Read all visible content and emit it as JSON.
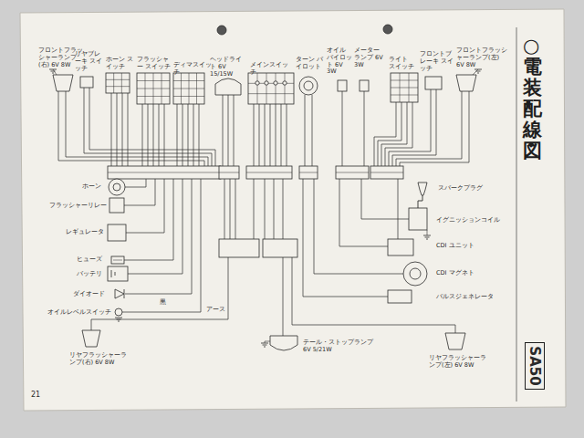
{
  "diagram": {
    "title": "○電装配線図",
    "labels": [
      "フロントフラッシャーランプ(右) 6V 8W",
      "リヤブレーキ スイッチ",
      "ホーン スイッチ",
      "フラッシャー スイッチ",
      "ディマスイッチ",
      "ヘッドライト 6V 15/15W",
      "メインスイッチ",
      "ターン パイロット",
      "オイル パイロット 6V 3W",
      "メーター ランプ 6V 3W",
      "ライト スイッチ",
      "フロントブレーキ スイッチ",
      "フロントフラッシャーランプ(左) 6V 8W",
      "ホーン",
      "フラッシャーリレー",
      "レギュレータ",
      "ヒューズ",
      "バッテリ",
      "ダイオード",
      "オイルレベルスイッチ",
      "黒",
      "アース",
      "リヤフラッシャーランプ(右) 6V 8W",
      "テール・ストップランプ 6V 5/21W",
      "リヤフラッシャーランプ(左) 6V 8W",
      "スパークプラグ",
      "イグニッションコイル",
      "CDI ユニット",
      "CDI マグネト",
      "パルスジェネレータ",
      "21",
      "SA50"
    ]
  }
}
